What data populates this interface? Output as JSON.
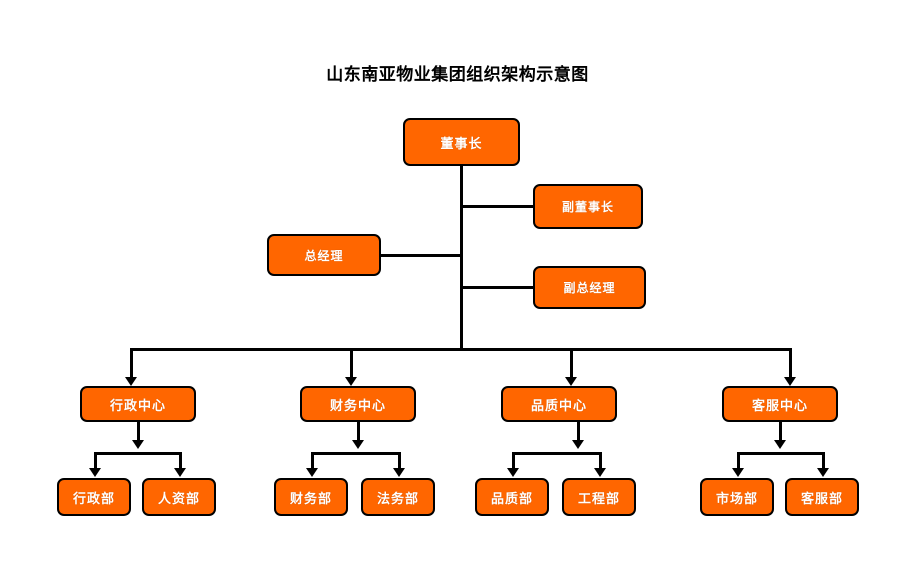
{
  "page": {
    "title": "山东南亚物业集团组织架构示意图",
    "background_color": "#ffffff",
    "node_fill_color": "#ff6600",
    "node_border_color": "#000000",
    "node_text_color": "#ffffff",
    "connector_color": "#000000"
  },
  "nodes": {
    "chairman": {
      "label": "董事长"
    },
    "vice_chairman": {
      "label": "副董事长"
    },
    "general_manager": {
      "label": "总经理"
    },
    "deputy_general_manager": {
      "label": "副总经理"
    },
    "centers": [
      {
        "label": "行政中心"
      },
      {
        "label": "财务中心"
      },
      {
        "label": "品质中心"
      },
      {
        "label": "客服中心"
      }
    ],
    "departments": [
      {
        "label": "行政部"
      },
      {
        "label": "人资部"
      },
      {
        "label": "财务部"
      },
      {
        "label": "法务部"
      },
      {
        "label": "品质部"
      },
      {
        "label": "工程部"
      },
      {
        "label": "市场部"
      },
      {
        "label": "客服部"
      }
    ]
  }
}
